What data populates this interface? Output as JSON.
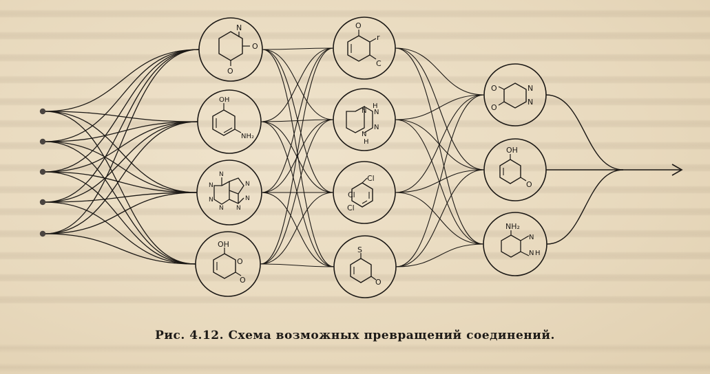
{
  "caption": "Рис. 4.12. Схема возможных превращений соединений.",
  "colors": {
    "ink": "#1b1815",
    "paper": "#eadcc2"
  },
  "diagram": {
    "input_count": 5,
    "columns": [
      {
        "nodes": [
          {
            "labels": [
              "N",
              "O",
              "O"
            ]
          },
          {
            "labels": [
              "OH",
              "NH₂"
            ]
          },
          {
            "labels": [
              "N",
              "N",
              "N",
              "N",
              "N",
              "N",
              "N"
            ]
          },
          {
            "labels": [
              "OH",
              "O",
              "O"
            ]
          }
        ]
      },
      {
        "nodes": [
          {
            "labels": [
              "O",
              "r",
              "C"
            ]
          },
          {
            "labels": [
              "H",
              "N",
              "N",
              "N",
              "N",
              "H"
            ]
          },
          {
            "labels": [
              "Cl",
              "Cl",
              "Cl"
            ]
          },
          {
            "labels": [
              "S",
              "O"
            ]
          }
        ]
      },
      {
        "nodes": [
          {
            "labels": [
              "O",
              "O",
              "N",
              "N"
            ]
          },
          {
            "labels": [
              "OH",
              "O"
            ]
          },
          {
            "labels": [
              "NH₂",
              "N",
              "N",
              "H"
            ]
          }
        ]
      }
    ],
    "output_arrow": "arrow-right-icon"
  }
}
